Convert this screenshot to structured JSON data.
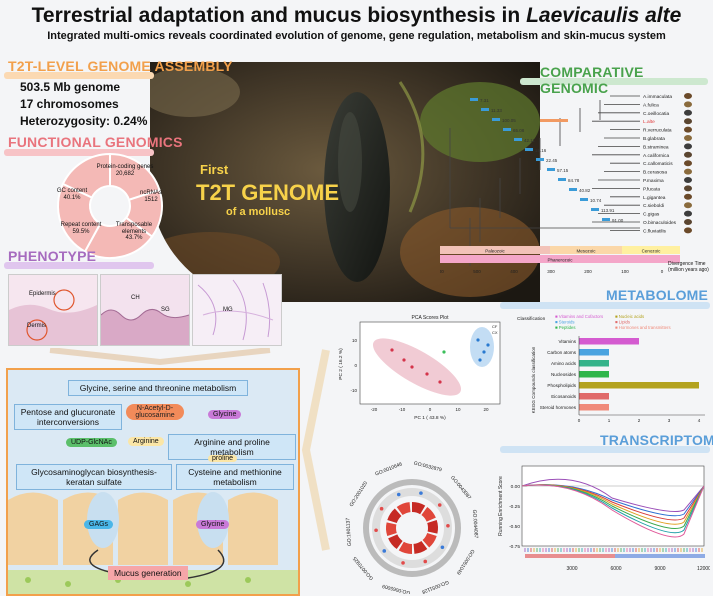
{
  "title_prefix": "Terrestrial adaptation and mucus biosynthesis in ",
  "title_species": "Laevicaulis alte",
  "subtitle": "Integrated multi-omics reveals coordinated evolution of genome, gene regulation, metabolism and skin-mucus system",
  "genome_assembly": {
    "heading": "T2T-LEVEL GENOME ASSEMBLY",
    "stats": [
      "503.5 Mb genome",
      "17 chromosomes",
      "Heterozygosity: 0.24%"
    ]
  },
  "functional": {
    "heading": "FUNCTIONAL GENOMICS",
    "slices": [
      {
        "label": "Protein-coding genes",
        "value": "20,682",
        "fraction": 0.2
      },
      {
        "label": "ncRNAs",
        "value": "1512",
        "fraction": 0.15
      },
      {
        "label": "Transposable elements",
        "value": "43.7%",
        "fraction": 0.23
      },
      {
        "label": "Repeat content",
        "value": "59.5%",
        "fraction": 0.24
      },
      {
        "label": "GC content",
        "value": "40.1%",
        "fraction": 0.18
      }
    ],
    "color": "#f4b9b6"
  },
  "photo_caption": {
    "line1": "First",
    "line2": "T2T GENOME",
    "line3": "of a mollusc"
  },
  "phenotype": {
    "heading": "PHENOTYPE",
    "labels": [
      "Epidermis",
      "Dermis",
      "CH",
      "SG",
      "MG"
    ]
  },
  "pathway": {
    "boxes": [
      "Glycine, serine and threonine metabolism",
      "Pentose and glucuronate interconversions",
      "Arginine and proline metabolism",
      "Glycosaminoglycan biosynthesis-keratan sulfate",
      "Cysteine and methionine metabolism"
    ],
    "chips": [
      "N-Acetyl-D-glucosamine",
      "UDP-GlcNAc",
      "Glycine",
      "Arginine",
      "proline"
    ],
    "markers": [
      "GAGs",
      "Glycine"
    ],
    "output": "Mucus generation"
  },
  "comparative": {
    "heading": "COMPARATIVE GENOMIC",
    "species": [
      "A.immaculata",
      "A.fulica",
      "C.oeillocatia",
      "L.alte",
      "R.verruculata",
      "B.glabrata",
      "B.straminea",
      "A.californica",
      "C.callomaticis",
      "B.cerasosa",
      "P.maxima",
      "P.fucata",
      "L.gigantea",
      "C.sieboldi",
      "C.gigas",
      "O.bimaculoides",
      "C.fluviatilis"
    ],
    "highlight_index": 3,
    "node_labels": [
      "7.31",
      "11.33",
      "100.05",
      "65.08",
      "42.11",
      "18.16",
      "22.45",
      "57.15",
      "84.78",
      "40.82",
      "10.74",
      "113.91",
      "91.00"
    ],
    "eras": [
      {
        "name": "Paleozoic",
        "color": "#f2c2b8"
      },
      {
        "name": "Mesozoic",
        "color": "#fbd7a8"
      },
      {
        "name": "Cenozoic",
        "color": "#fff0a0"
      }
    ],
    "eras2": [
      {
        "name": "Phanerozoic",
        "color": "#f4a6c9"
      }
    ],
    "axis_ticks": [
      "600",
      "500",
      "400",
      "300",
      "200",
      "100",
      "0"
    ],
    "axis_label": "Divergence Time (million years ago)"
  },
  "metabolome": {
    "heading": "METABOLOME",
    "pca": {
      "title": "PCA Scores Plot",
      "xlabel": "PC 1 ( 43.8 %)",
      "ylabel": "PC 2 ( 16.2 %)",
      "xticks": [
        "-20",
        "-10",
        "0",
        "10",
        "20"
      ],
      "yticks": [
        "-10",
        "0",
        "10"
      ],
      "legend": [
        "CF",
        "CX"
      ]
    },
    "kegg": {
      "legend_title": "Classification",
      "legend": [
        "Vitamins and Cofactors",
        "Steroids",
        "Peptides",
        "Nucleic acids",
        "Lipids",
        "Hormones and transmitters"
      ],
      "ylabel": "KEGG Compounds classification",
      "xlabel": "Number of Compounds",
      "xticks": [
        "0",
        "1",
        "2",
        "3",
        "4"
      ],
      "categories": [
        "Vitamins",
        "Carbon atoms",
        "Amino acids",
        "Nucleosides",
        "Phospholipids",
        "Eicosanoids",
        "Steroid hormones"
      ],
      "values": [
        2,
        1,
        1,
        1,
        4,
        1,
        1
      ],
      "colors": [
        "#d45bd0",
        "#4aa3e0",
        "#34b38a",
        "#2fb64a",
        "#b3a21e",
        "#e06a6a",
        "#f08a7a"
      ]
    }
  },
  "transcriptome": {
    "heading": "TRANSCRIPTOME",
    "go_labels": [
      "GO:0032879",
      "GO:0043087",
      "GO:0044087",
      "GO:0051049",
      "GO:0051128",
      "GO:0065009",
      "GO:0070925",
      "GO:1901137",
      "GO:2001020",
      "GO:0010646"
    ],
    "gsea": {
      "ylabel": "Running Enrichment Score",
      "yticks": [
        "0.00",
        "-0.25",
        "-0.50",
        "-0.75"
      ],
      "xticks": [
        "3000",
        "6000",
        "9000",
        "12000"
      ],
      "series_colors": [
        "#9b4fb8",
        "#2e6fd1",
        "#d63b3b",
        "#e0a020",
        "#3aa84a",
        "#1fa0a8",
        "#e05a9a"
      ]
    }
  }
}
